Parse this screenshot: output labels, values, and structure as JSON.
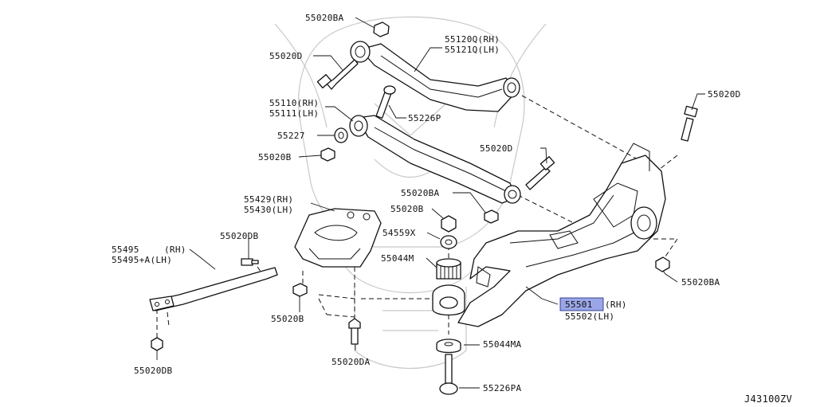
{
  "diagram_code": "J43100ZV",
  "highlight_color": "#9aa6e6",
  "watermark_icon": "samurai-helmet-watermark",
  "labels": {
    "l_55020BA_top": "55020BA",
    "l_55020D_left": "55020D",
    "l_55120Q": "55120Q(RH)",
    "l_55121Q": "55121Q(LH)",
    "l_55110": "55110(RH)",
    "l_55111": "55111(LH)",
    "l_55226P": "55226P",
    "l_55227": "55227",
    "l_55020B_left": "55020B",
    "l_55020D_right": "55020D",
    "l_55020D_mid": "55020D",
    "l_55020BA_mid": "55020BA",
    "l_55020B_mid": "55020B",
    "l_54559X": "54559X",
    "l_55044M": "55044M",
    "l_55429": "55429(RH)",
    "l_55430": "55430(LH)",
    "l_55020DB_top": "55020DB",
    "l_55495_a": "55495",
    "l_55495_rh": "(RH)",
    "l_55495_b": "55495+A(LH)",
    "l_55020BA_right": "55020BA",
    "l_55501": "55501",
    "l_55501_rh": "(RH)",
    "l_55502": "55502(LH)",
    "l_55020B_bottom": "55020B",
    "l_55044MA": "55044MA",
    "l_55020DA": "55020DA",
    "l_55226PA": "55226PA",
    "l_55020DB_bottom": "55020DB"
  }
}
